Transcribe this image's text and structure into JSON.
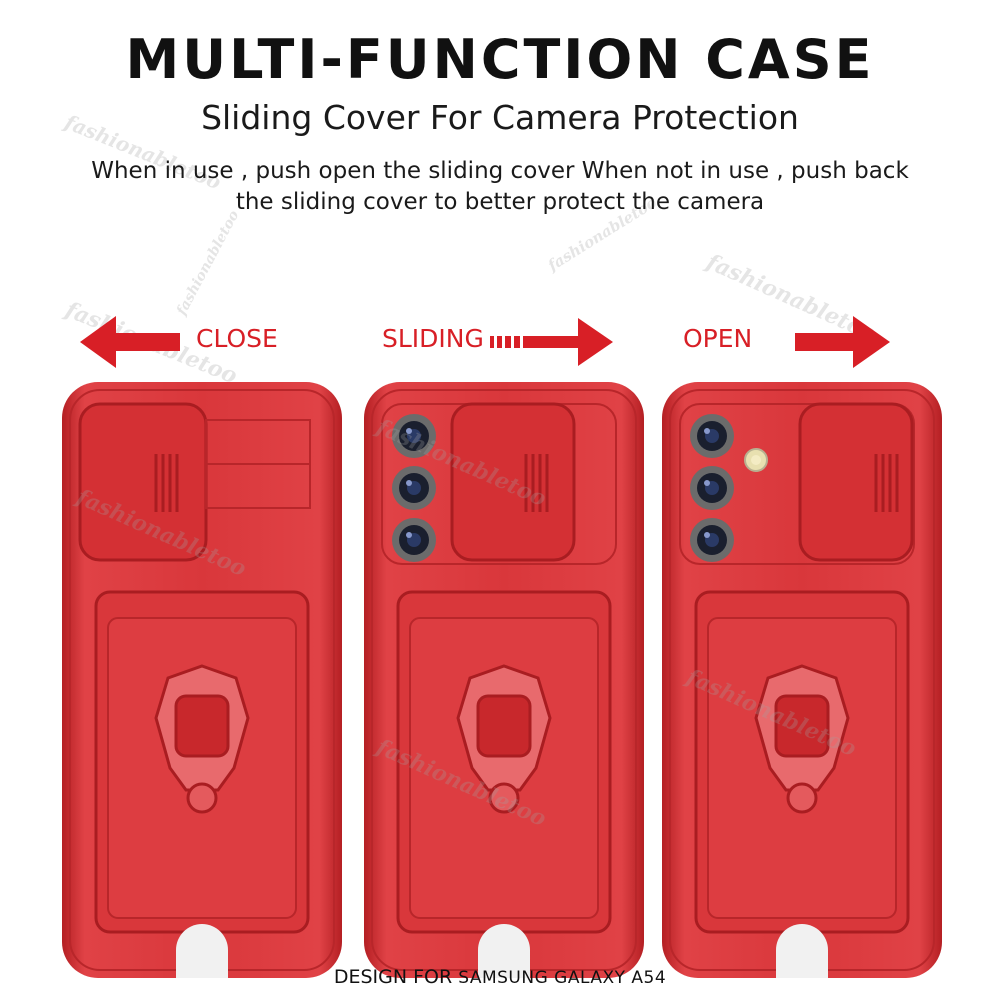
{
  "header": {
    "title": "MULTI-FUNCTION CASE",
    "subtitle": "Sliding Cover For Camera Protection",
    "description_line1": "When in use , push open the sliding cover When not in use , push back",
    "description_line2": "the sliding cover to better protect the camera"
  },
  "states": [
    {
      "label": "CLOSE",
      "arrow": "left"
    },
    {
      "label": "SLIDING",
      "arrow": "right-dashed"
    },
    {
      "label": "OPEN",
      "arrow": "right"
    }
  ],
  "footer": {
    "prefix": "DESIGN FOR ",
    "model": "SAMSUNG GALAXY A54"
  },
  "watermark": "fashionabletoo",
  "colors": {
    "accent": "#d81f26",
    "case": "#d42a2e",
    "case_light": "#e54448",
    "case_dark": "#a91b1f"
  }
}
